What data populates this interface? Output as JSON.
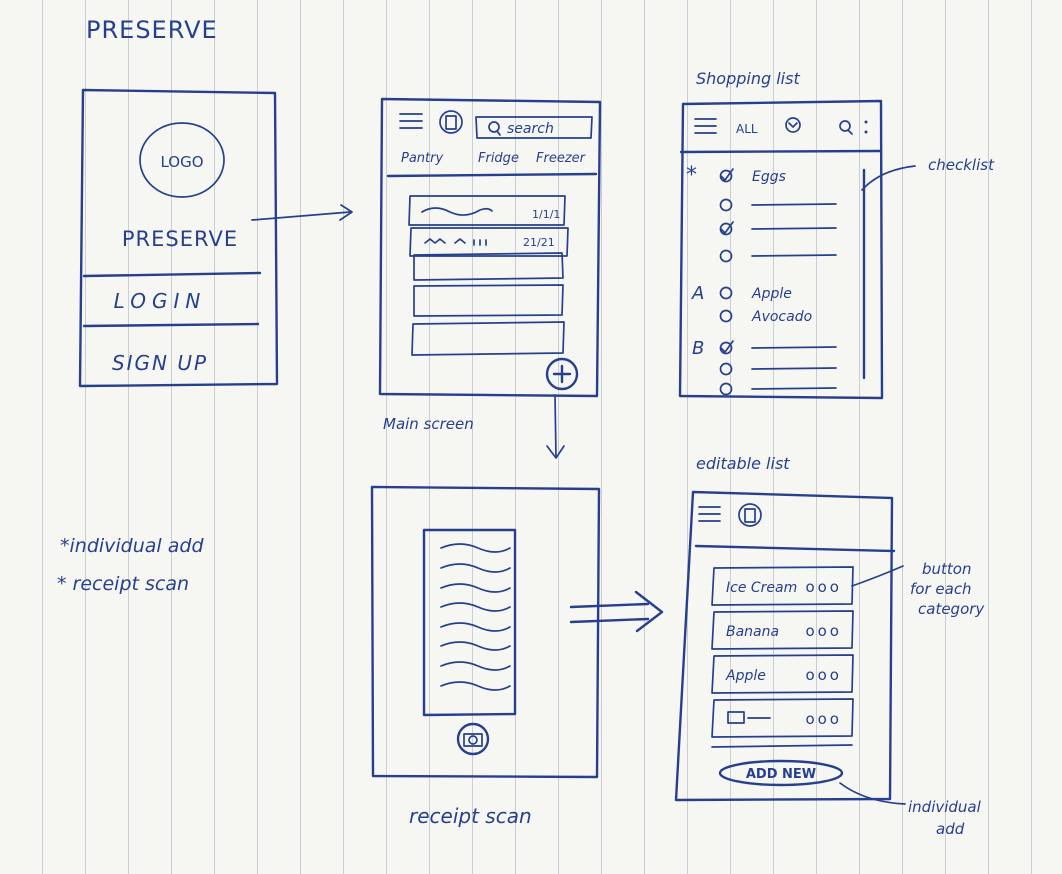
{
  "title": "PRESERVE",
  "notes": [
    "*individual add",
    "* receipt scan"
  ],
  "login_screen": {
    "logo": "LOGO",
    "app_name": "PRESERVE",
    "login": "LOGIN",
    "signup": "SIGN UP"
  },
  "main_screen": {
    "caption": "Main screen",
    "search_placeholder": "search",
    "tabs": [
      "Pantry",
      "Fridge",
      "Freezer"
    ],
    "rows": [
      {
        "date": "1/1/1"
      },
      {
        "date": "21/21"
      },
      {
        "date": ""
      },
      {
        "date": ""
      },
      {
        "date": ""
      }
    ],
    "icons": [
      "menu-icon",
      "home-icon",
      "search-icon",
      "plus-icon"
    ]
  },
  "shopping_list": {
    "caption": "Shopping list",
    "header_text": "ALL",
    "callout": "checklist",
    "items": [
      {
        "section": "*",
        "label": "Eggs",
        "checked": true
      },
      {
        "section": "",
        "label": "",
        "checked": false
      },
      {
        "section": "",
        "label": "",
        "checked": true
      },
      {
        "section": "",
        "label": "",
        "checked": false
      },
      {
        "section": "A",
        "label": "Apple",
        "checked": false
      },
      {
        "section": "",
        "label": "Avocado",
        "checked": false
      },
      {
        "section": "B",
        "label": "",
        "checked": true
      },
      {
        "section": "",
        "label": "",
        "checked": false
      },
      {
        "section": "",
        "label": "",
        "checked": false
      }
    ]
  },
  "receipt_scan": {
    "caption": "receipt scan",
    "icons": [
      "camera-icon"
    ]
  },
  "editable_list": {
    "caption": "editable list",
    "items": [
      "Ice Cream",
      "Banana",
      "Apple",
      ""
    ],
    "item_actions": "ooo",
    "add_button": "ADD NEW",
    "callout_button": "button for each category",
    "callout_add": "individual add"
  }
}
